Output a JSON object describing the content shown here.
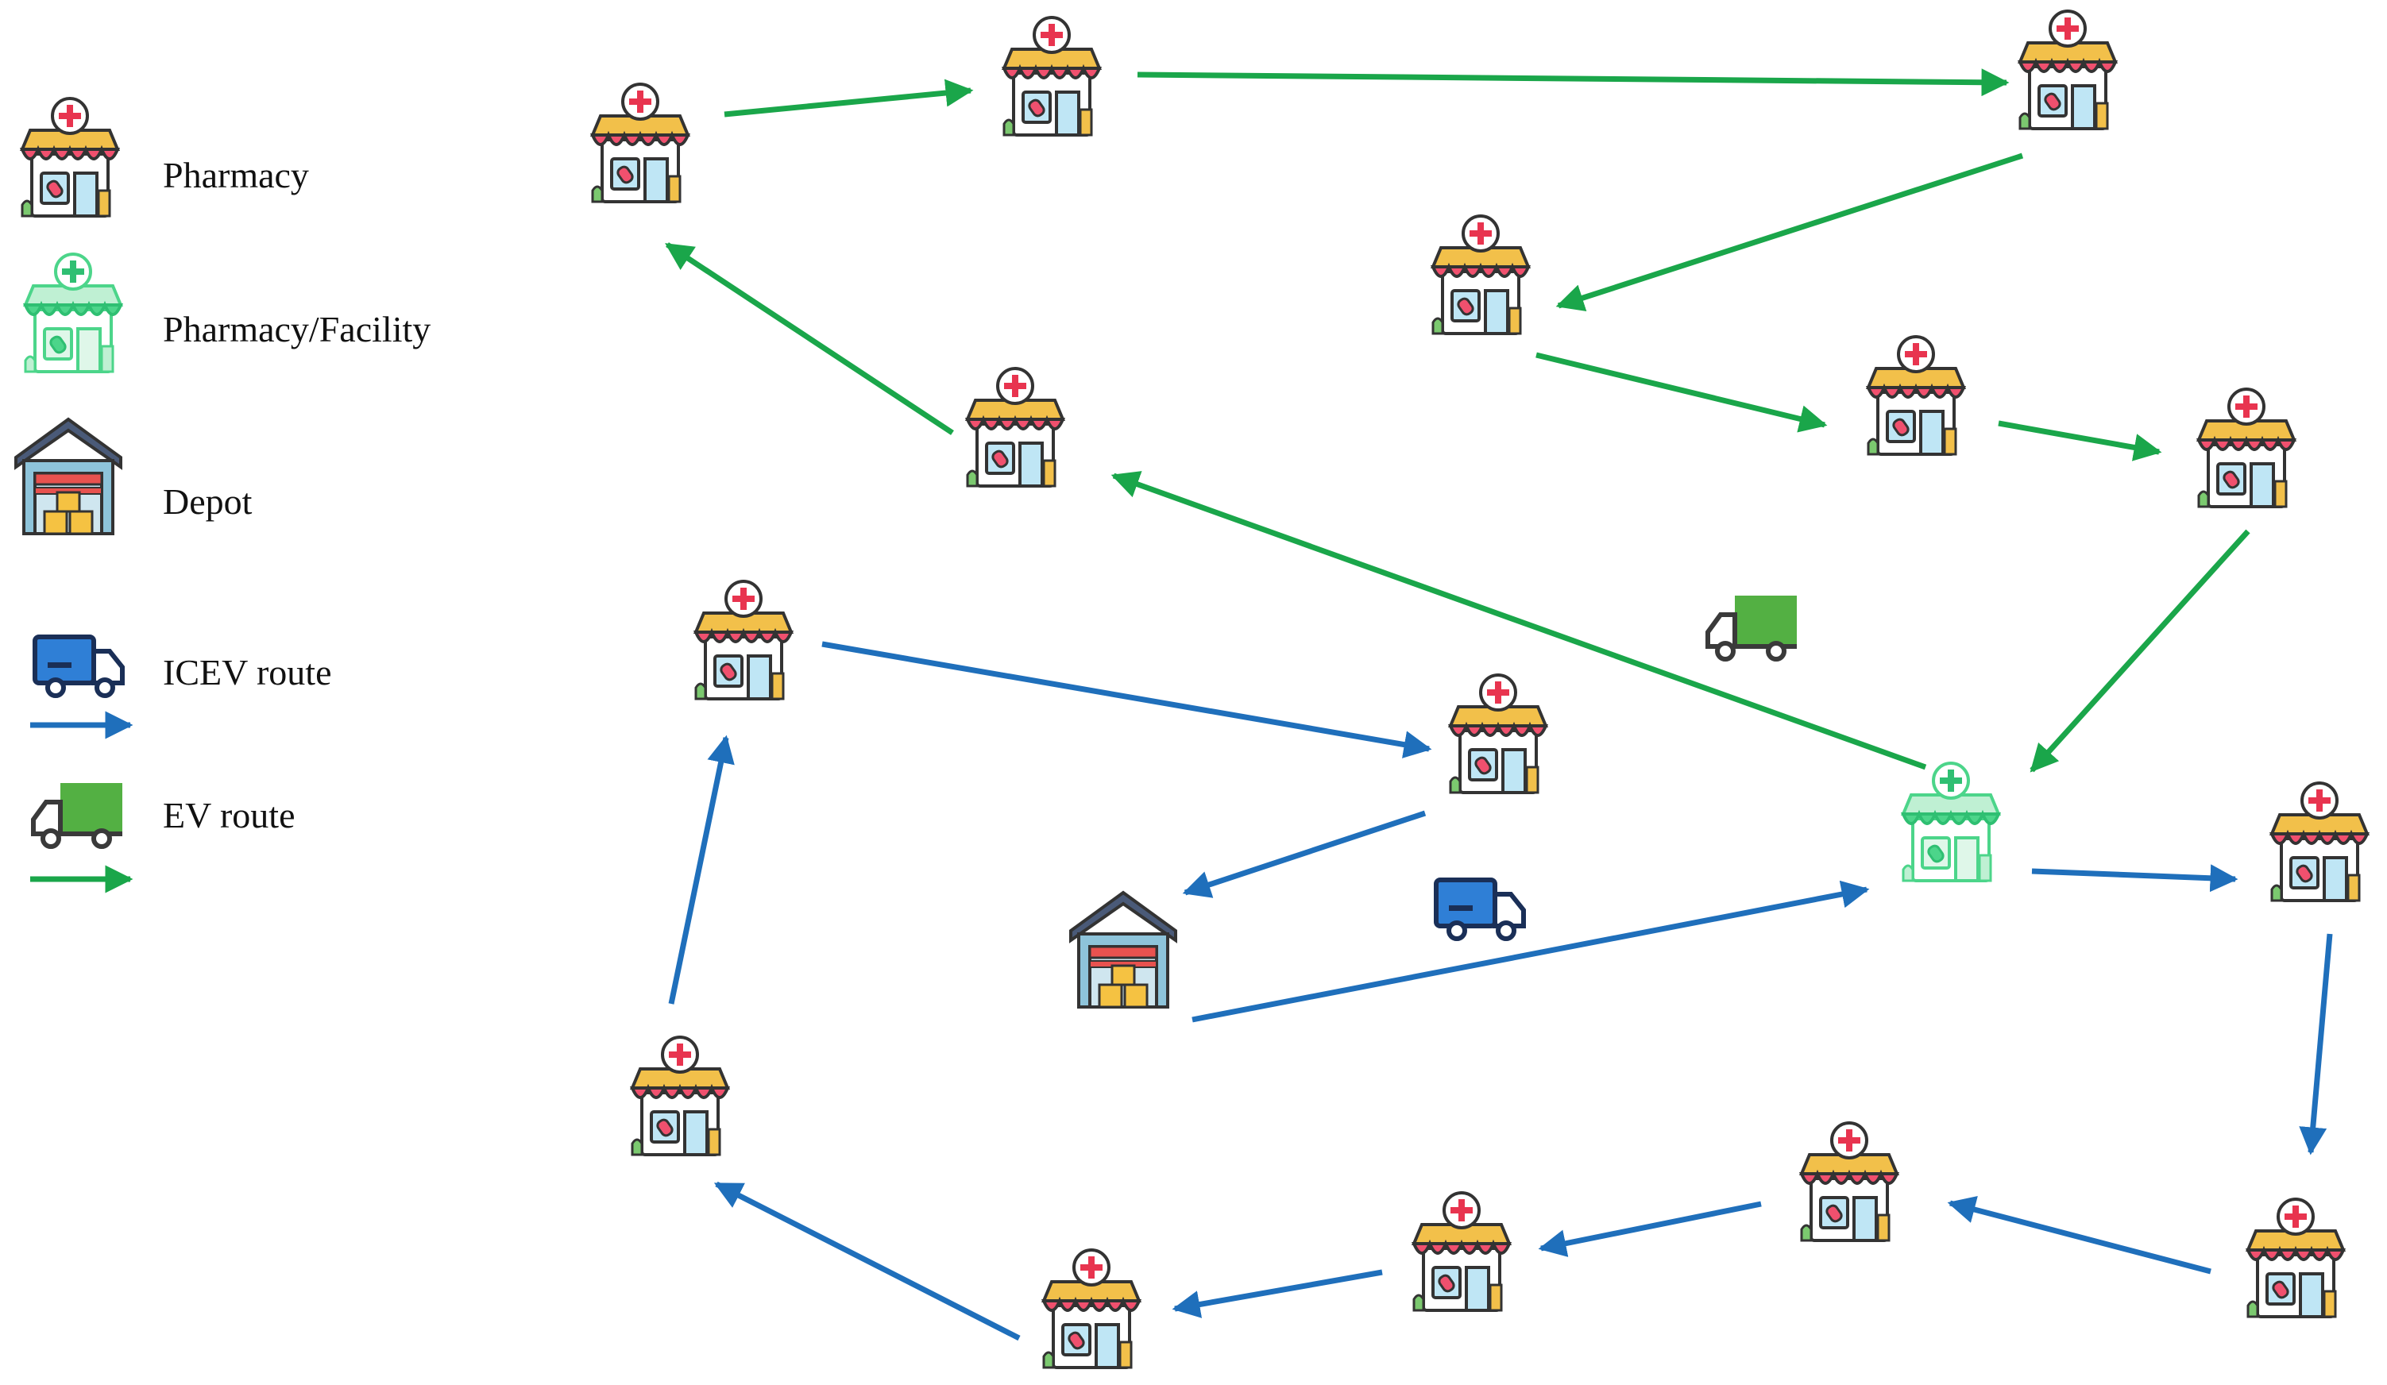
{
  "colors": {
    "ev_route": "#1aa64a",
    "icev_route": "#1f6fbb",
    "pharmacy_awning": "#f0506e",
    "pharmacy_roof": "#f2c04a",
    "pharmacy_body": "#ffffff",
    "pharmacy_outline": "#333333",
    "facility_main": "#4cd58a",
    "depot_roof": "#4a5a78",
    "depot_wall": "#8ec4da",
    "depot_door": "#e8524f",
    "box": "#f5c242",
    "icev_truck": "#2f7fd6",
    "ev_truck": "#53b043"
  },
  "legend": {
    "pharmacy": {
      "label": "Pharmacy",
      "icon": "pharmacy-icon"
    },
    "facility": {
      "label": "Pharmacy/Facility",
      "icon": "pharmacy-facility-icon"
    },
    "depot": {
      "label": "Depot",
      "icon": "depot-icon"
    },
    "icev": {
      "label": "ICEV route",
      "icon": "icev-truck-icon"
    },
    "ev": {
      "label": "EV route",
      "icon": "ev-truck-icon"
    }
  },
  "nodes": [
    {
      "id": "P1",
      "type": "pharmacy"
    },
    {
      "id": "P2",
      "type": "pharmacy"
    },
    {
      "id": "P3",
      "type": "pharmacy"
    },
    {
      "id": "P4",
      "type": "pharmacy"
    },
    {
      "id": "P5",
      "type": "pharmacy"
    },
    {
      "id": "P6",
      "type": "pharmacy"
    },
    {
      "id": "P7",
      "type": "pharmacy"
    },
    {
      "id": "P8",
      "type": "pharmacy"
    },
    {
      "id": "P9",
      "type": "pharmacy"
    },
    {
      "id": "F1",
      "type": "facility"
    },
    {
      "id": "D",
      "type": "depot"
    },
    {
      "id": "P10",
      "type": "pharmacy"
    },
    {
      "id": "P11",
      "type": "pharmacy"
    },
    {
      "id": "P12",
      "type": "pharmacy"
    },
    {
      "id": "P13",
      "type": "pharmacy"
    },
    {
      "id": "P14",
      "type": "pharmacy"
    },
    {
      "id": "P15",
      "type": "pharmacy"
    }
  ],
  "routes": {
    "ev": [
      "P1",
      "P2",
      "P3",
      "P4",
      "P5",
      "P6",
      "F1",
      "P7",
      "P1"
    ],
    "icev": [
      "D",
      "F1",
      "P10",
      "P11",
      "P12",
      "P13",
      "P14",
      "P15",
      "P8",
      "P9",
      "D"
    ]
  },
  "vehicles": [
    {
      "type": "ev",
      "icon": "ev-truck-icon"
    },
    {
      "type": "icev",
      "icon": "icev-truck-icon"
    }
  ]
}
